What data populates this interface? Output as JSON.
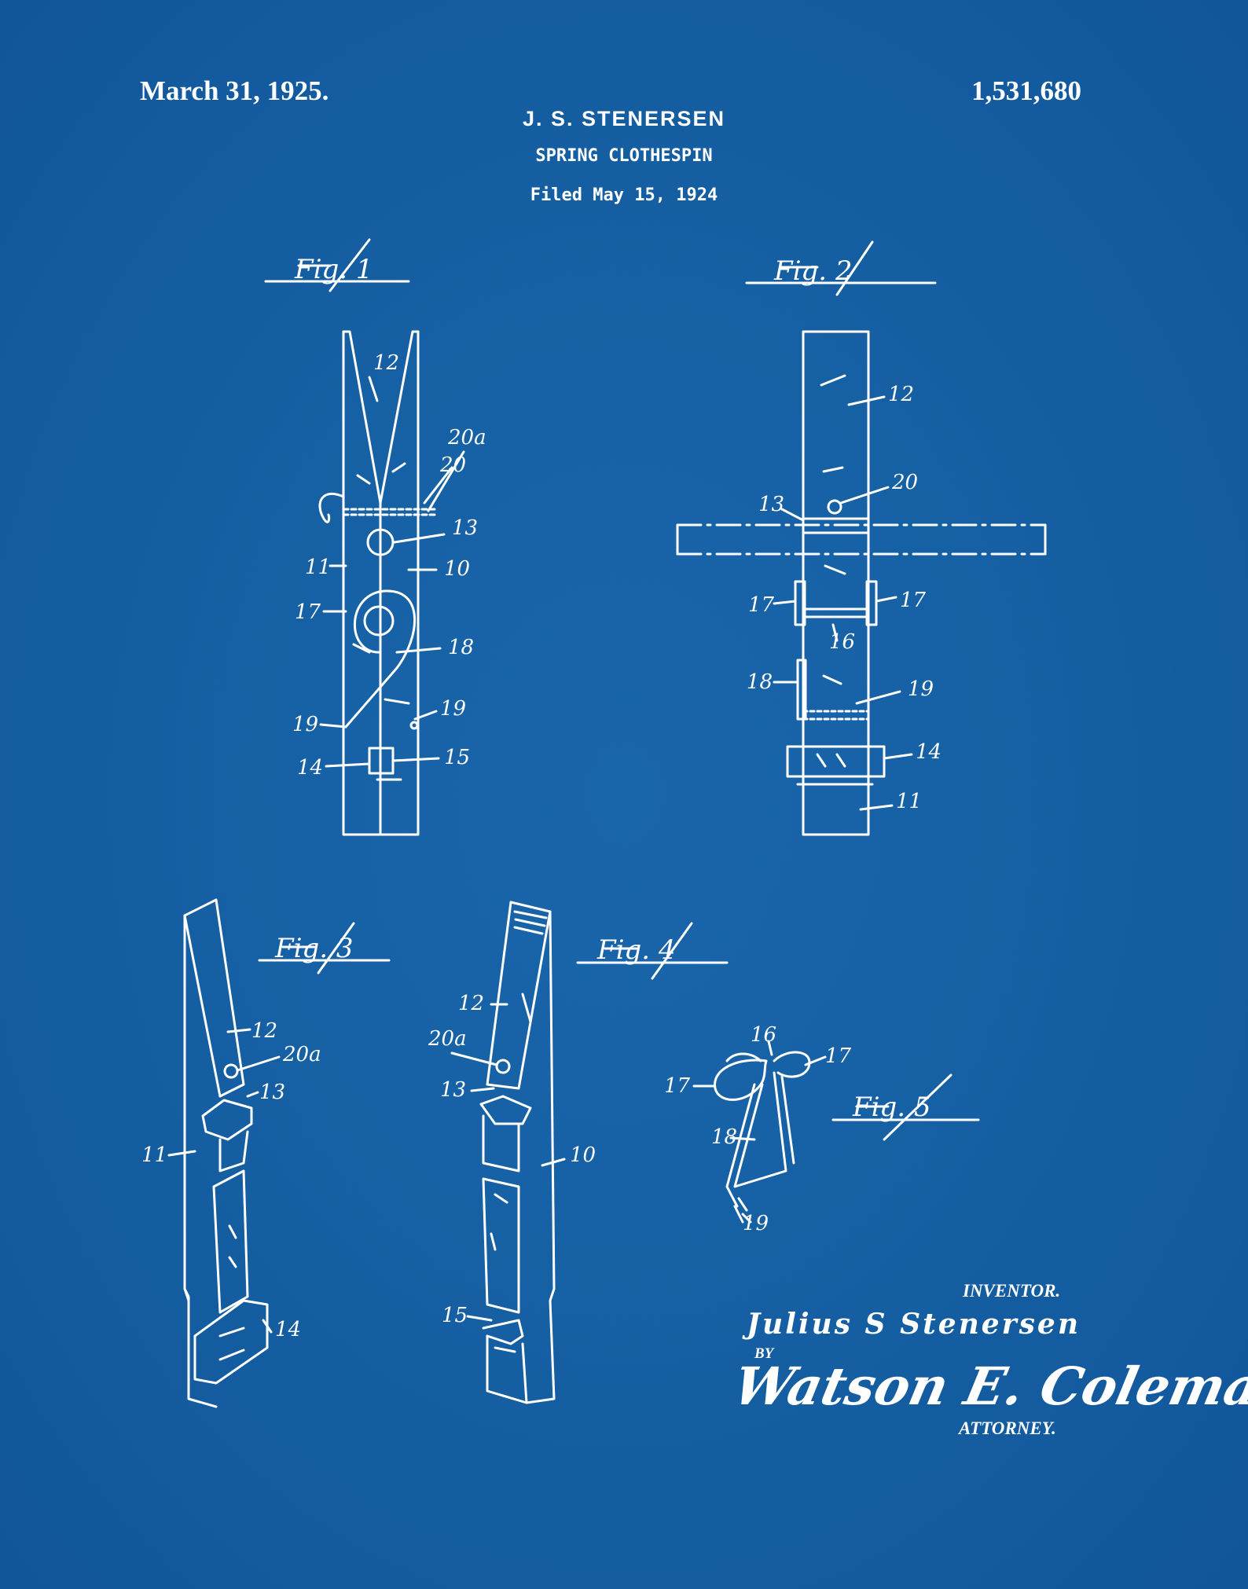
{
  "header": {
    "date": "March 31, 1925.",
    "patent_number": "1,531,680",
    "inventor": "J. S. STENERSEN",
    "title": "SPRING CLOTHESPIN",
    "filed": "Filed May 15, 1924"
  },
  "figures": {
    "fig1": {
      "label": "Fig. 1",
      "refs": {
        "r12": "12",
        "r20a": "20a",
        "r20": "20",
        "r13": "13",
        "r11": "11",
        "r10": "10",
        "r17": "17",
        "r18": "18",
        "r19a": "19",
        "r19b": "19",
        "r14": "14",
        "r15": "15"
      }
    },
    "fig2": {
      "label": "Fig. 2",
      "refs": {
        "r12": "12",
        "r20": "20",
        "r13": "13",
        "r17a": "17",
        "r17b": "17",
        "r16": "16",
        "r18": "18",
        "r19": "19",
        "r14": "14",
        "r11": "11"
      }
    },
    "fig3": {
      "label": "Fig. 3",
      "refs": {
        "r12": "12",
        "r20a": "20a",
        "r13": "13",
        "r11": "11",
        "r14": "14"
      }
    },
    "fig4": {
      "label": "Fig. 4",
      "refs": {
        "r12": "12",
        "r20a": "20a",
        "r13": "13",
        "r10": "10",
        "r15": "15"
      }
    },
    "fig5": {
      "label": "Fig. 5",
      "refs": {
        "r16": "16",
        "r17a": "17",
        "r17b": "17",
        "r18": "18",
        "r19": "19"
      }
    }
  },
  "signatures": {
    "inventor_label": "INVENTOR.",
    "inventor_signature": "Julius S Stenersen",
    "by": "BY",
    "attorney_signature": "Watson E. Coleman",
    "attorney_label": "ATTORNEY."
  },
  "colors": {
    "background": "#155ea2",
    "ink": "#ffffff"
  }
}
